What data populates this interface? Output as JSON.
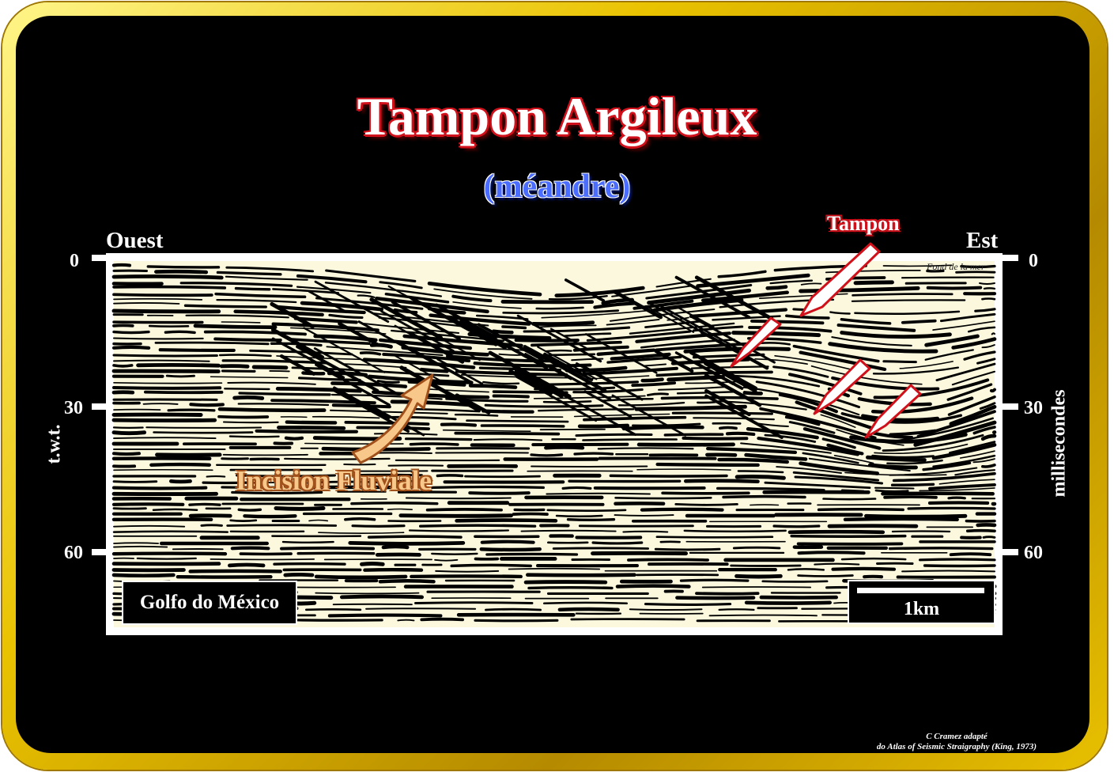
{
  "title": "Tampon Argileux",
  "subtitle": "(méandre)",
  "direction": {
    "west": "Ouest",
    "east": "Est"
  },
  "axis": {
    "left_label": "t.w.t.",
    "right_label": "millisecondes",
    "ticks": [
      "0",
      "30",
      "60"
    ]
  },
  "seabed_label": "Fond de la mer",
  "region_label": "Golfo do México",
  "scale_label": "1km",
  "annotations": {
    "tampon": "Tampon",
    "incision": "Incision Fluviale"
  },
  "credit": {
    "line1": "C Cramez adapté",
    "line2": "do Atlas of Seismic Straigraphy (King, 1973)"
  },
  "colors": {
    "background": "#000000",
    "frame": "#e9c200",
    "title_outline": "#d0101a",
    "subtitle": "#4a6cff",
    "seismic_paper": "#fbf8de",
    "tampon_arrow": "#d0101a",
    "incision_arrow": "#f8c78a"
  }
}
